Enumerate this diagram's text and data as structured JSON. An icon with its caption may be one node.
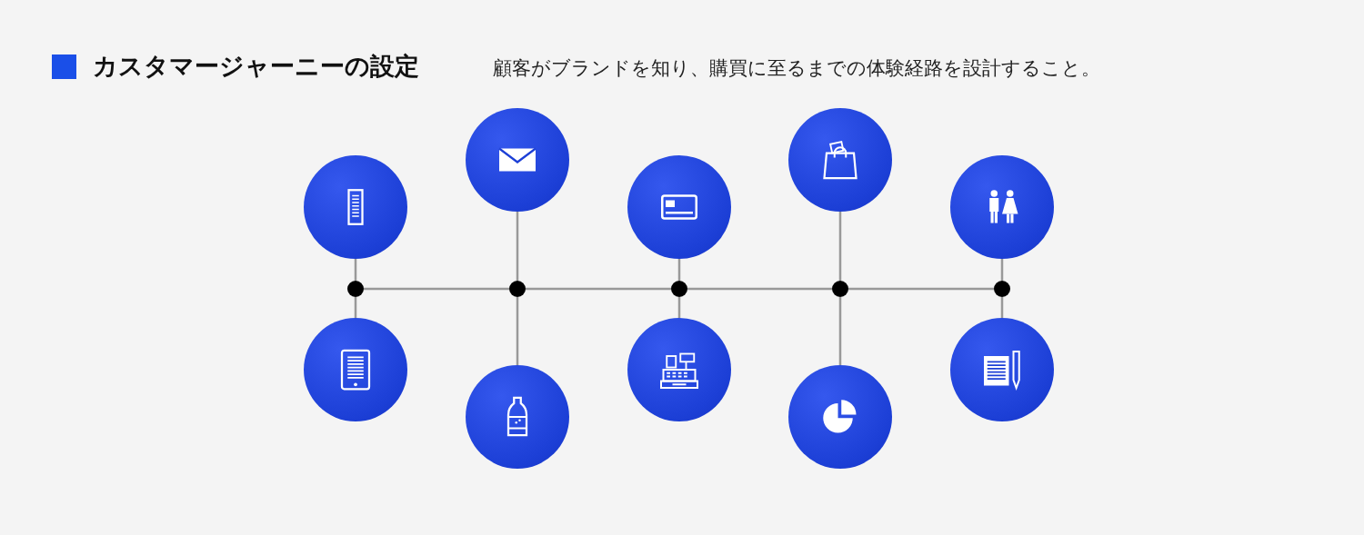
{
  "diagram": {
    "title": "カスタマージャーニーの設定",
    "nodes": [
      {
        "text": [],
        "shape": "circle"
      },
      {
        "text": [],
        "shape": "circle"
      },
      {
        "text": [],
        "shape": "circle"
      },
      {
        "text": [],
        "shape": "circle"
      },
      {
        "text": [],
        "shape": "circle"
      },
      {
        "text": [],
        "shape": "circle"
      },
      {
        "text": [],
        "shape": "circle"
      },
      {
        "text": [],
        "shape": "circle"
      },
      {
        "text": [],
        "shape": "circle"
      },
      {
        "text": [],
        "shape": "circle"
      },
      {
        "text": [],
        "shape": "circle"
      },
      {
        "text": [],
        "shape": "circle"
      },
      {
        "text": [],
        "shape": "circle"
      },
      {
        "text": [],
        "shape": "circle"
      },
      {
        "text": [],
        "shape": "circle"
      }
    ],
    "edges": [
      {
        "from": 5,
        "to": 6,
        "arrow": "none"
      },
      {
        "from": 6,
        "to": 7,
        "arrow": "none"
      },
      {
        "from": 7,
        "to": 8,
        "arrow": "none"
      },
      {
        "from": 8,
        "to": 9,
        "arrow": "none"
      },
      {
        "from": 0,
        "to": 5,
        "arrow": "none"
      },
      {
        "from": 1,
        "to": 6,
        "arrow": "none"
      },
      {
        "from": 2,
        "to": 7,
        "arrow": "none"
      },
      {
        "from": 3,
        "to": 8,
        "arrow": "none"
      },
      {
        "from": 4,
        "to": 9,
        "arrow": "none"
      },
      {
        "from": 5,
        "to": 10,
        "arrow": "none"
      },
      {
        "from": 6,
        "to": 11,
        "arrow": "none"
      },
      {
        "from": 7,
        "to": 12,
        "arrow": "none"
      },
      {
        "from": 8,
        "to": 13,
        "arrow": "none"
      },
      {
        "from": 9,
        "to": 14,
        "arrow": "none"
      }
    ],
    "labels": [
      "顧客がブランドを知り、購買に至るまでの体験経路を設計すること。"
    ]
  }
}
